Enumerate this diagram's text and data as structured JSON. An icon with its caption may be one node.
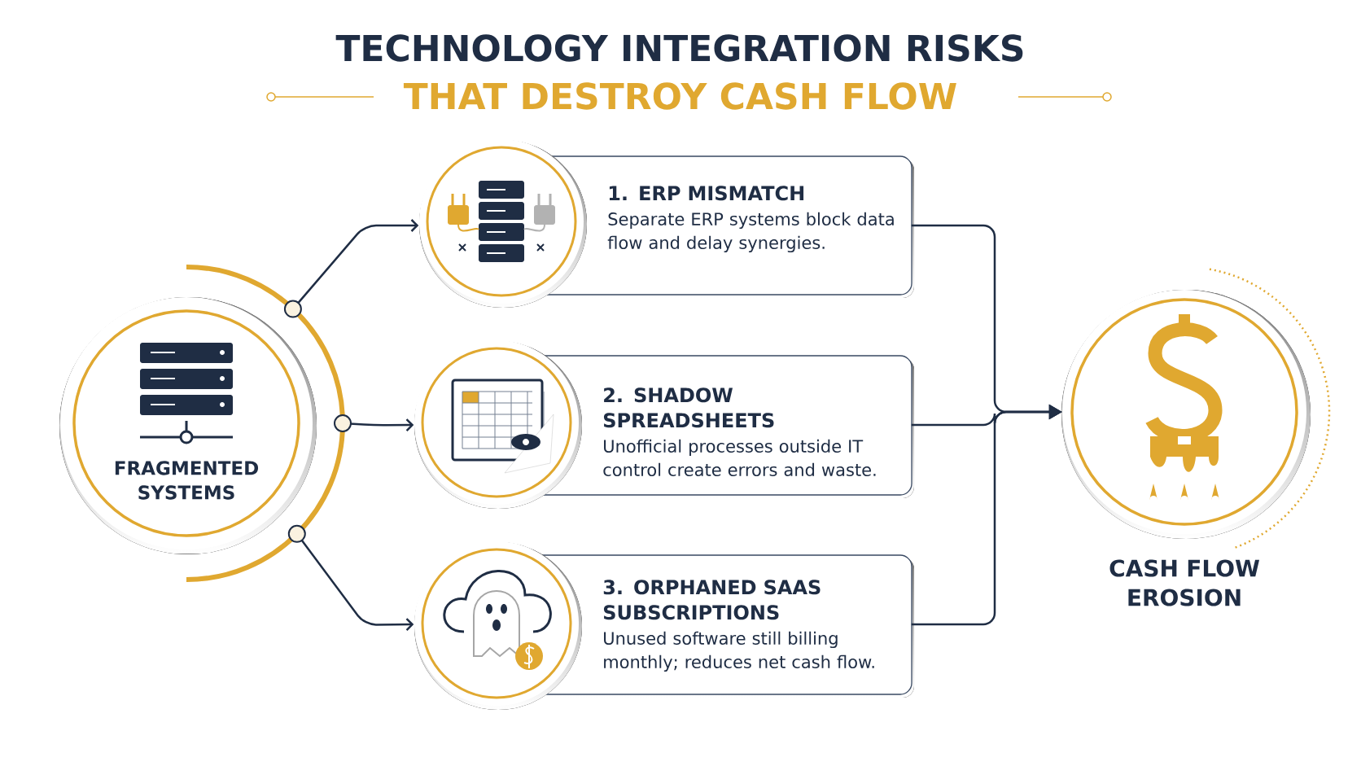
{
  "diagram": {
    "title": "TECHNOLOGY INTEGRATION RISKS",
    "labels": [
      "THAT DESTROY CASH FLOW"
    ],
    "nodes": [
      {
        "text": [
          "FRAGMENTED SYSTEMS"
        ]
      },
      {
        "text": [
          "1. ERP MISMATCH",
          "Separate ERP systems block data flow and delay synergies."
        ]
      },
      {
        "text": [
          "2. SHADOW SPREADSHEETS",
          "Unofficial processes outside IT control create errors and waste."
        ]
      },
      {
        "text": [
          "3. ORPHANED SAAS SUBSCRIPTIONS",
          "Unused software still billing monthly; reduces net cash flow."
        ]
      },
      {
        "text": [
          "CASH FLOW EROSION"
        ]
      }
    ],
    "edges": [
      {
        "from": 0,
        "to": 1,
        "arrow": "to"
      },
      {
        "from": 0,
        "to": 2,
        "arrow": "to"
      },
      {
        "from": 0,
        "to": 3,
        "arrow": "to"
      },
      {
        "from": 1,
        "to": 4,
        "arrow": "to"
      },
      {
        "from": 2,
        "to": 4,
        "arrow": "to"
      },
      {
        "from": 3,
        "to": 4,
        "arrow": "to"
      }
    ]
  }
}
